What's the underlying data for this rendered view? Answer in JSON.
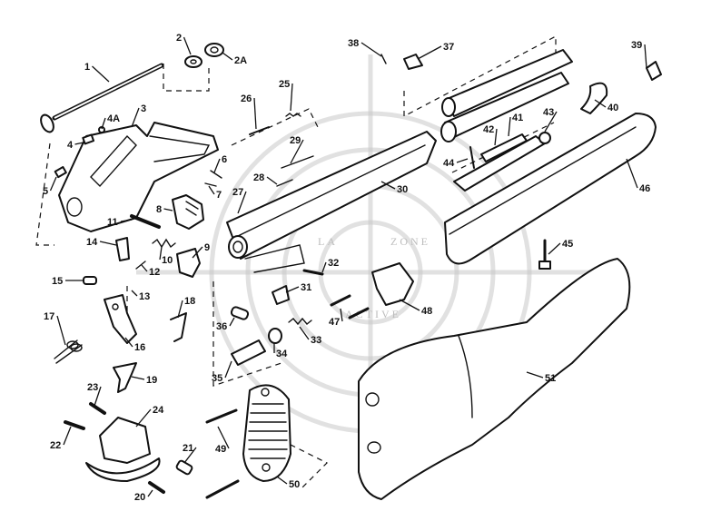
{
  "diagram": {
    "labels": [
      {
        "id": "1",
        "text": "1"
      },
      {
        "id": "2",
        "text": "2"
      },
      {
        "id": "2A",
        "text": "2A"
      },
      {
        "id": "3",
        "text": "3"
      },
      {
        "id": "4",
        "text": "4"
      },
      {
        "id": "4A",
        "text": "4A"
      },
      {
        "id": "5",
        "text": "5"
      },
      {
        "id": "6",
        "text": "6"
      },
      {
        "id": "7",
        "text": "7"
      },
      {
        "id": "8",
        "text": "8"
      },
      {
        "id": "9",
        "text": "9"
      },
      {
        "id": "10",
        "text": "10"
      },
      {
        "id": "11",
        "text": "11"
      },
      {
        "id": "12",
        "text": "12"
      },
      {
        "id": "13",
        "text": "13"
      },
      {
        "id": "14",
        "text": "14"
      },
      {
        "id": "15",
        "text": "15"
      },
      {
        "id": "16",
        "text": "16"
      },
      {
        "id": "17",
        "text": "17"
      },
      {
        "id": "18",
        "text": "18"
      },
      {
        "id": "19",
        "text": "19"
      },
      {
        "id": "20",
        "text": "20"
      },
      {
        "id": "21",
        "text": "21"
      },
      {
        "id": "22",
        "text": "22"
      },
      {
        "id": "23",
        "text": "23"
      },
      {
        "id": "24",
        "text": "24"
      },
      {
        "id": "25",
        "text": "25"
      },
      {
        "id": "26",
        "text": "26"
      },
      {
        "id": "27",
        "text": "27"
      },
      {
        "id": "28",
        "text": "28"
      },
      {
        "id": "29",
        "text": "29"
      },
      {
        "id": "30",
        "text": "30"
      },
      {
        "id": "31",
        "text": "31"
      },
      {
        "id": "32",
        "text": "32"
      },
      {
        "id": "33",
        "text": "33"
      },
      {
        "id": "34",
        "text": "34"
      },
      {
        "id": "35",
        "text": "35"
      },
      {
        "id": "36",
        "text": "36"
      },
      {
        "id": "37",
        "text": "37"
      },
      {
        "id": "38",
        "text": "38"
      },
      {
        "id": "39",
        "text": "39"
      },
      {
        "id": "40",
        "text": "40"
      },
      {
        "id": "41",
        "text": "41"
      },
      {
        "id": "42",
        "text": "42"
      },
      {
        "id": "43",
        "text": "43"
      },
      {
        "id": "44",
        "text": "44"
      },
      {
        "id": "45",
        "text": "45"
      },
      {
        "id": "46",
        "text": "46"
      },
      {
        "id": "47",
        "text": "47"
      },
      {
        "id": "48",
        "text": "48"
      },
      {
        "id": "49",
        "text": "49"
      },
      {
        "id": "50",
        "text": "50"
      },
      {
        "id": "51",
        "text": "51"
      }
    ],
    "watermark": {
      "text_left": "LA",
      "text_right": "ZONE",
      "text_bottom": "ACTIVE"
    }
  }
}
